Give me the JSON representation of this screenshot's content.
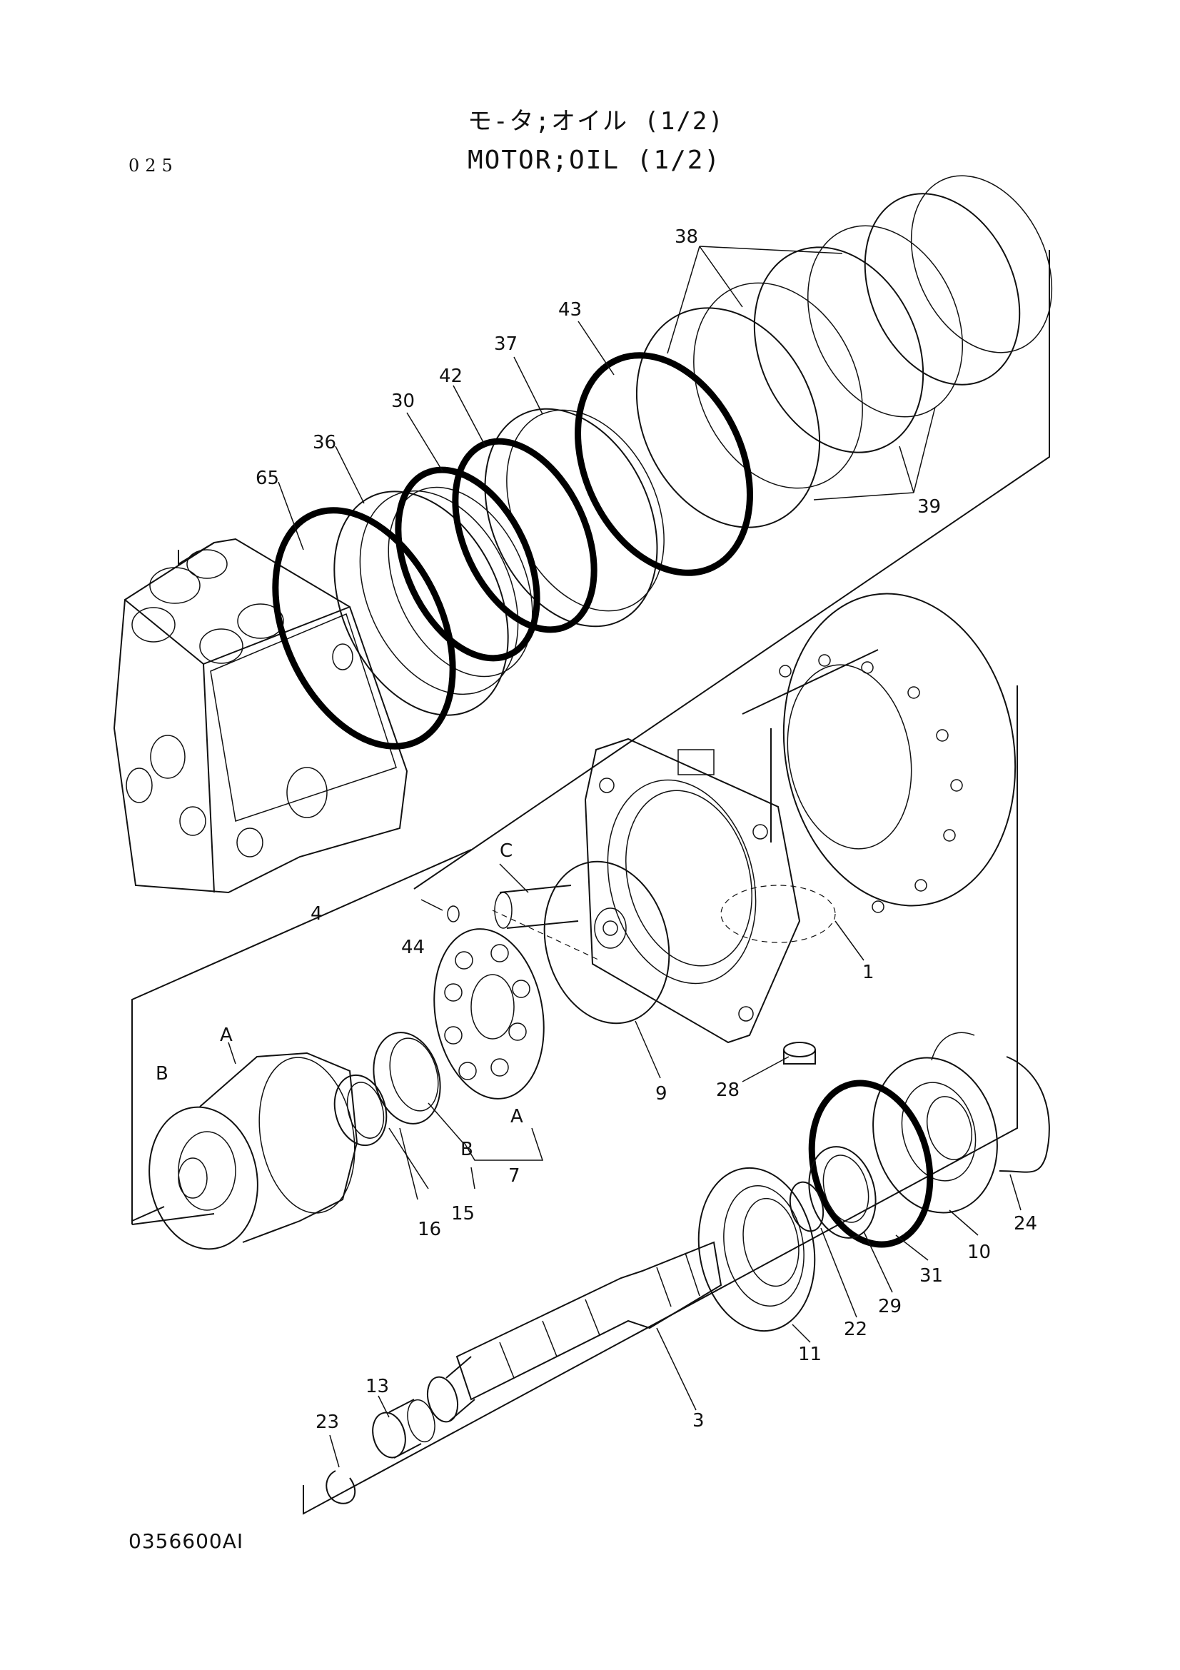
{
  "header": {
    "page_number": "025",
    "title_jp": "モ-タ;オイル (1/2)",
    "title_en": "MOTOR;OIL (1/2)"
  },
  "footer": {
    "drawing_number": "0356600AI"
  },
  "callouts": {
    "c1": "1",
    "c3": "3",
    "c4": "4",
    "c7": "7",
    "c9": "9",
    "c10": "10",
    "c11": "11",
    "c13": "13",
    "c15": "15",
    "c16": "16",
    "c22": "22",
    "c23": "23",
    "c24": "24",
    "c28": "28",
    "c29": "29",
    "c30": "30",
    "c31": "31",
    "c36": "36",
    "c37": "37",
    "c38": "38",
    "c39": "39",
    "c42": "42",
    "c43": "43",
    "c44": "44",
    "c65": "65",
    "A_top": "A",
    "A_mid": "A",
    "B_left": "B",
    "B_mid": "B",
    "C": "C"
  }
}
